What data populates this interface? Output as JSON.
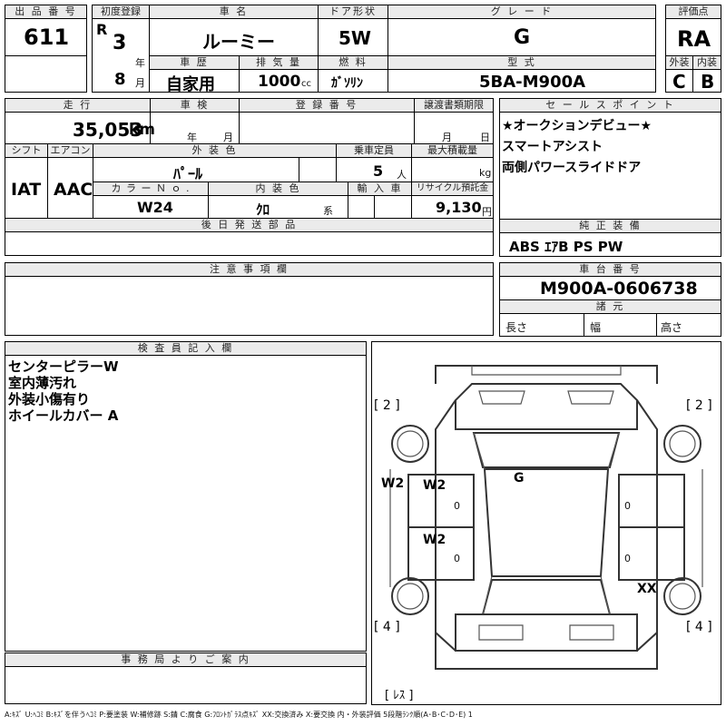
{
  "header": {
    "lot_label": "出 品 番 号",
    "lot": "611",
    "first_reg_label": "初度登録",
    "era": "R",
    "year": "3",
    "year_unit": "年",
    "month": "8",
    "month_unit": "月",
    "car_name_label": "車 名",
    "car_name": "ルーミー",
    "doors_label": "ドア形状",
    "doors": "5W",
    "grade_label": "グ レ ー ド",
    "grade": "G",
    "score_label": "評価点",
    "score": "RA",
    "history_label": "車 歴",
    "history": "自家用",
    "displacement_label": "排 気 量",
    "displacement": "1000",
    "displacement_unit": "cc",
    "fuel_label": "燃 料",
    "fuel": "ｶﾞｿﾘﾝ",
    "model_label": "型 式",
    "model": "5BA-M900A",
    "ext_label": "外装",
    "ext_grade": "C",
    "int_label": "内装",
    "int_grade": "B"
  },
  "details": {
    "mileage_label": "走 行",
    "mileage": "35,053",
    "mileage_unit": "km",
    "inspection_label": "車 検",
    "insp_year_unit": "年",
    "insp_month_unit": "月",
    "reg_no_label": "登 録 番 号",
    "docs_label": "譲渡書類期限",
    "docs_month_unit": "月",
    "docs_day_unit": "日",
    "shift_label": "シフト",
    "shift": "IAT",
    "ac_label": "エアコン",
    "ac": "AAC",
    "ext_color_label": "外 装 色",
    "ext_color": "ﾊﾟｰﾙ",
    "capacity_label": "乗車定員",
    "capacity": "5",
    "capacity_unit": "人",
    "load_label": "最大積載量",
    "load_unit": "kg",
    "color_no_label": "カ ラ ー Ｎ ｏ .",
    "color_no": "W24",
    "int_color_label": "内 装 色",
    "int_color": "ｸﾛ",
    "int_color_unit": "系",
    "import_label": "輸 入 車",
    "recycle_label": "リサイクル預託金",
    "recycle": "9,130",
    "recycle_unit": "円",
    "later_parts_label": "後 日 発 送 部 品",
    "notes_label": "注 意 事 項 欄"
  },
  "sales_points": {
    "label": "セ ー ル ス ポ イ ン ト",
    "items": [
      "★オークションデビュー★",
      "スマートアシスト",
      "両側パワースライドドア"
    ]
  },
  "equipment": {
    "label": "純 正 装 備",
    "value": "ABS ｴｱB PS PW"
  },
  "chassis": {
    "label": "車 台 番 号",
    "number": "M900A-0606738",
    "dims_label": "諸 元",
    "length_label": "長さ",
    "width_label": "幅",
    "height_label": "高さ"
  },
  "inspector": {
    "label": "検 査 員 記 入 欄",
    "notes": [
      "センターピラーW",
      "室内薄汚れ",
      "外装小傷有り",
      "ホイールカバー A"
    ]
  },
  "office": {
    "label": "事 務 局 よ り ご 案 内"
  },
  "diagram": {
    "tl_tire": "[ 2 ]",
    "tr_tire": "[ 2 ]",
    "bl_tire": "[ 4 ]",
    "br_tire": "[ 4 ]",
    "spare": "[ ﾚｽ ]",
    "w2_left_pillar": "W2",
    "w2_front_door": "W2",
    "w2_rear_door": "W2",
    "roof": "G",
    "rear_right": "XX",
    "zero_1": "0",
    "zero_2": "0",
    "zero_3": "0",
    "zero_4": "0"
  },
  "legend": "A:ｷｽﾞ U:ﾍｺﾐ B:ｷｽﾞを伴うﾍｺﾐ P:要塗装 W:補修跡 S:錆 C:腐食 G:ﾌﾛﾝﾄｶﾞﾗｽ点ｷｽﾞ XX:交換済み X:要交換 内・外装評価 5段階ﾗﾝｸ順(A･B･C･D･E) 1"
}
